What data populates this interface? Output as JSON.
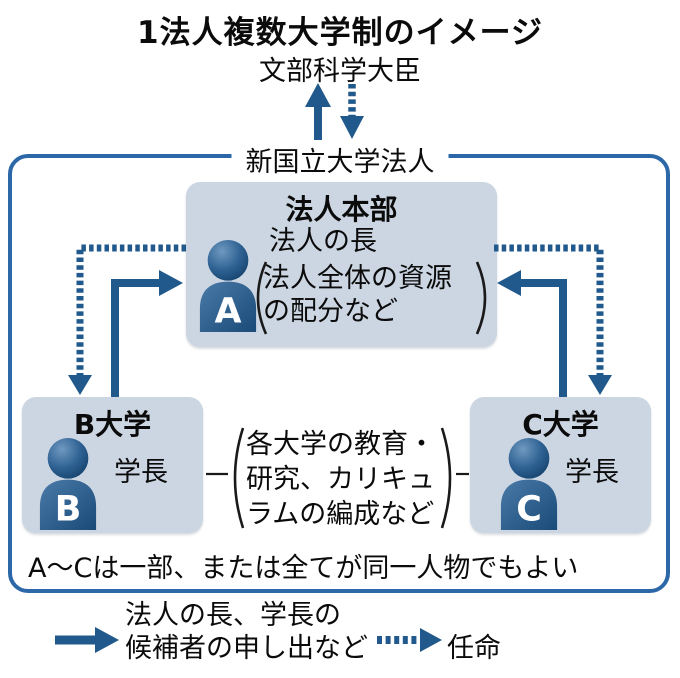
{
  "title": "1法人複数大学制のイメージ",
  "minister": "文部科学大臣",
  "corporation_label": "新国立大学法人",
  "headquarters": {
    "title": "法人本部",
    "person_letter": "A",
    "role": "法人の長",
    "duty_line1": "法人全体の資源",
    "duty_line2": "の配分など"
  },
  "university_b": {
    "title": "B大学",
    "person_letter": "B",
    "role": "学長"
  },
  "university_c": {
    "title": "C大学",
    "person_letter": "C",
    "role": "学長"
  },
  "universities_duty": {
    "line1": "各大学の教育・",
    "line2": "研究、カリキュ",
    "line3": "ラムの編成など"
  },
  "bottom_note": "A〜Cは一部、または全てが同一人物でもよい",
  "legend": {
    "solid_arrow_label_line1": "法人の長、学長の",
    "solid_arrow_label_line2": "候補者の申し出など",
    "dotted_arrow_label": "任命"
  },
  "colors": {
    "arrow": "#21598c",
    "border": "#2c68a8",
    "panel": "#ccd6e3",
    "ink": "#0b0b0b"
  }
}
